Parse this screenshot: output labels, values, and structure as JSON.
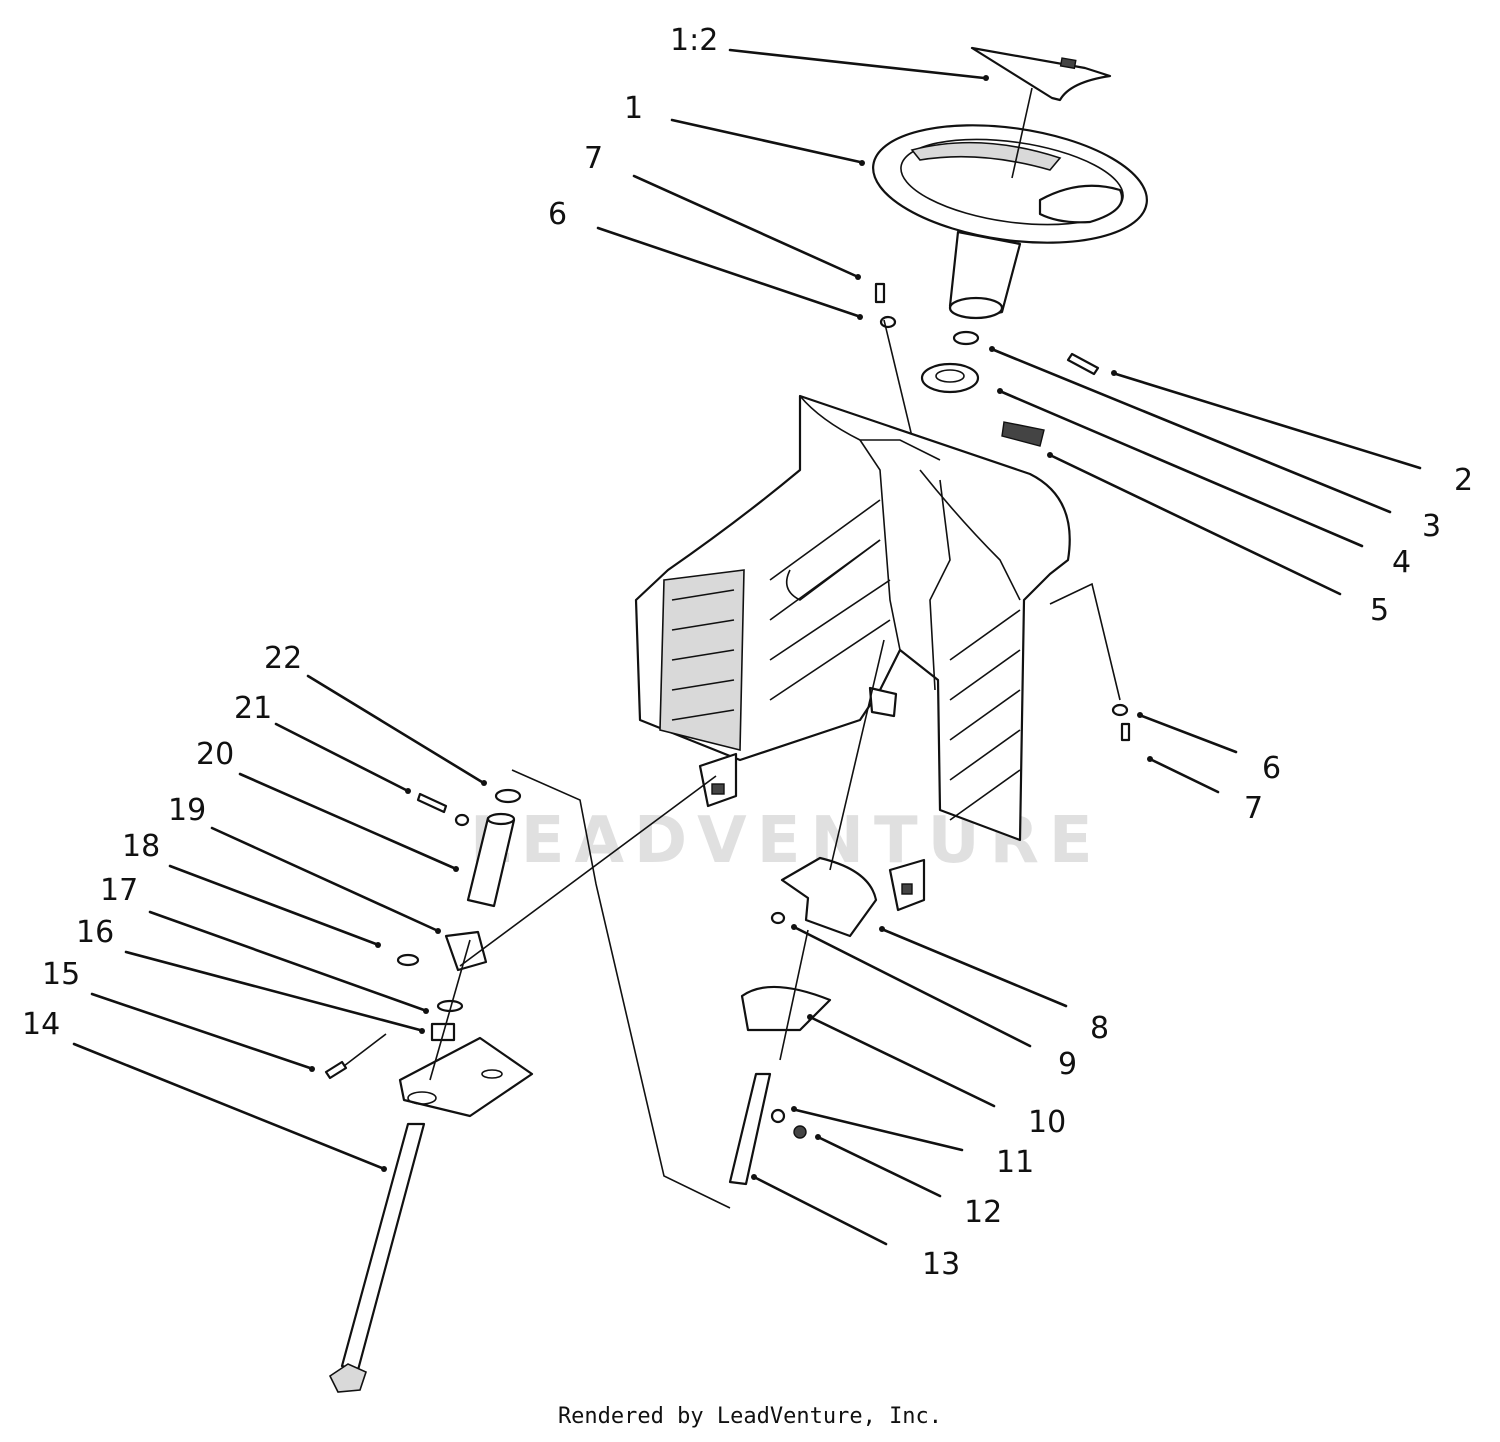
{
  "callouts": [
    {
      "label": "1:2"
    },
    {
      "label": "1"
    },
    {
      "label": "7"
    },
    {
      "label": "6"
    },
    {
      "label": "2"
    },
    {
      "label": "3"
    },
    {
      "label": "4"
    },
    {
      "label": "5"
    },
    {
      "label": "6"
    },
    {
      "label": "7"
    },
    {
      "label": "22"
    },
    {
      "label": "21"
    },
    {
      "label": "20"
    },
    {
      "label": "19"
    },
    {
      "label": "18"
    },
    {
      "label": "17"
    },
    {
      "label": "16"
    },
    {
      "label": "15"
    },
    {
      "label": "14"
    },
    {
      "label": "8"
    },
    {
      "label": "9"
    },
    {
      "label": "10"
    },
    {
      "label": "11"
    },
    {
      "label": "12"
    },
    {
      "label": "13"
    }
  ],
  "watermark": "LEADVENTURE",
  "credit": "Rendered by LeadVenture, Inc."
}
